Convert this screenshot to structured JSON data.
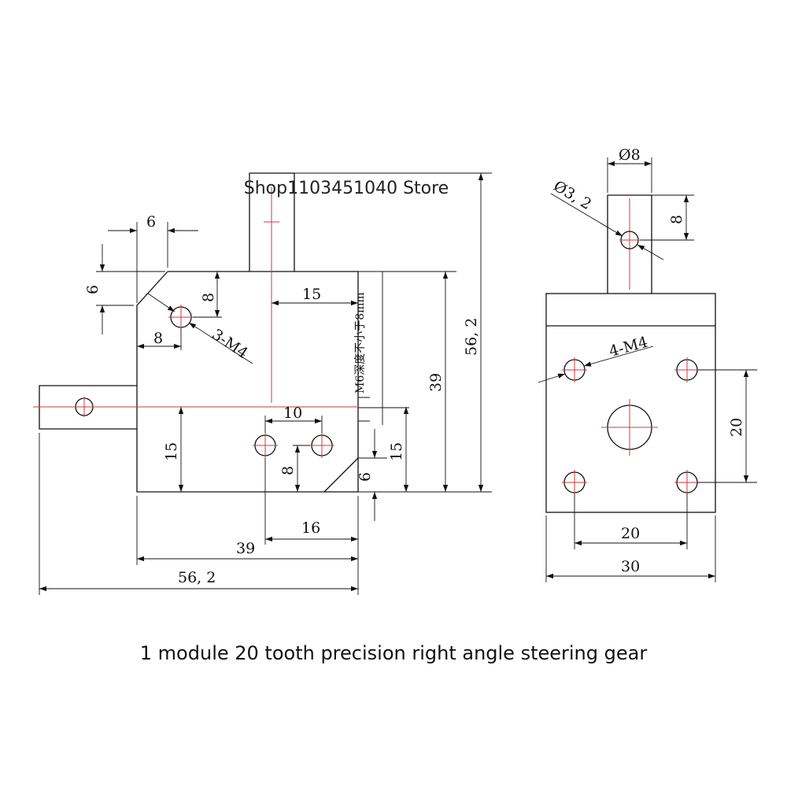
{
  "watermark": "Shop1103451040 Store",
  "caption": "1 module 20 tooth precision right angle steering gear",
  "colors": {
    "line": "#111111",
    "center_line": "#d23a3a",
    "background": "#ffffff"
  },
  "front_view": {
    "dim_chamfer_width": "6",
    "dim_chamfer_height": "6",
    "dim_hole_vertical": "8",
    "dim_hole_horizontal": "8",
    "label_tapped_holes": "3-M4",
    "dim_top_offset": "15",
    "note_thread": "M6深度不小于8mm",
    "dim_height_inner": "39",
    "dim_height_total": "56, 2",
    "dim_hole_spacing": "10",
    "dim_left_low": "15",
    "dim_right_low": "15",
    "dim_hole_low": "8",
    "dim_chamfer_bottom": "6",
    "dim_bottom_offset": "16",
    "dim_width_inner": "39",
    "dim_width_total": "56, 2"
  },
  "side_view": {
    "dim_shaft_diameter": "Ø8",
    "dim_pin_hole": "Ø3, 2",
    "dim_pin_offset": "8",
    "label_tapped_holes": "4-M4",
    "dim_hole_spacing_vertical": "20",
    "dim_hole_spacing_horizontal": "20",
    "dim_width": "30"
  }
}
